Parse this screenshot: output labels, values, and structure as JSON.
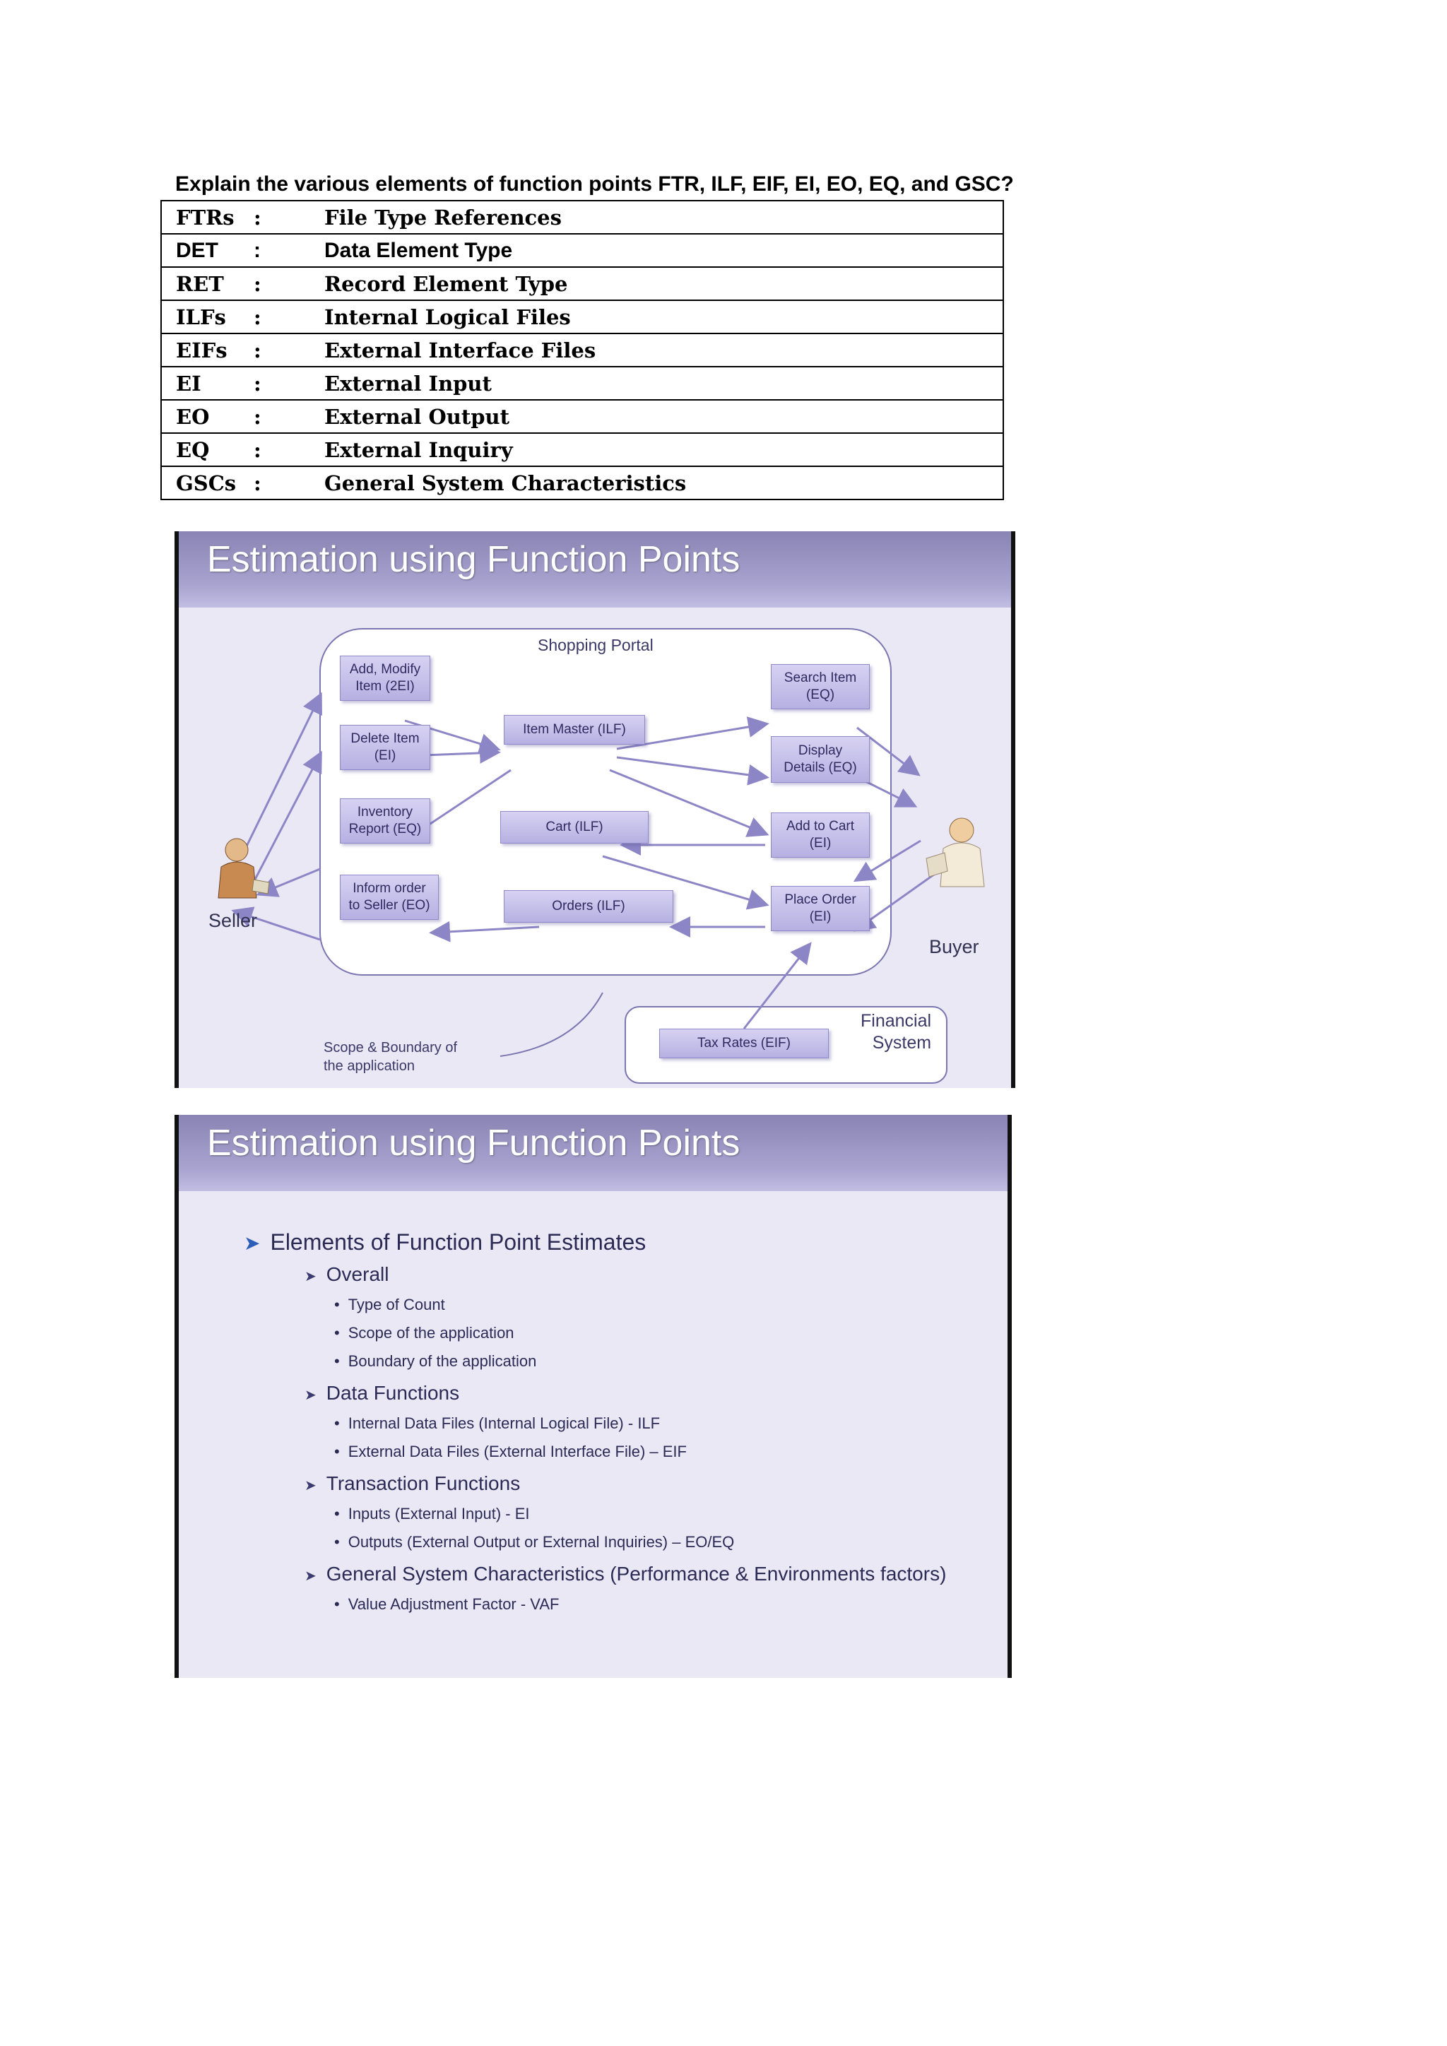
{
  "question": "Explain the various elements of function points FTR, ILF, EIF, EI, EO, EQ, and GSC?",
  "terms": [
    {
      "abbr": "FTRs",
      "colon": ":",
      "meaning": "File Type References"
    },
    {
      "abbr": "DET",
      "colon": ":",
      "meaning": "Data Element Type"
    },
    {
      "abbr": "RET",
      "colon": ":",
      "meaning": "Record Element Type"
    },
    {
      "abbr": "ILFs",
      "colon": ":",
      "meaning": "Internal Logical Files"
    },
    {
      "abbr": "EIFs",
      "colon": ":",
      "meaning": "External Interface Files"
    },
    {
      "abbr": "EI",
      "colon": ":",
      "meaning": "External Input"
    },
    {
      "abbr": "EO",
      "colon": ":",
      "meaning": "External Output"
    },
    {
      "abbr": "EQ",
      "colon": ":",
      "meaning": "External Inquiry"
    },
    {
      "abbr": "GSCs",
      "colon": ":",
      "meaning": "General System Characteristics"
    }
  ],
  "slide1": {
    "title": "Estimation using Function Points",
    "portal_label": "Shopping Portal",
    "seller_label": "Seller",
    "buyer_label": "Buyer",
    "scope_label": "Scope & Boundary of\nthe application",
    "financial_label": "Financial\nSystem",
    "boxes": {
      "add_modify": "Add, Modify\nItem (2EI)",
      "delete_item": "Delete Item\n(EI)",
      "inventory": "Inventory\nReport (EQ)",
      "inform_order": "Inform order\nto Seller (EO)",
      "item_master": "Item Master (ILF)",
      "cart": "Cart (ILF)",
      "orders": "Orders (ILF)",
      "search_item": "Search Item\n(EQ)",
      "display_details": "Display\nDetails (EQ)",
      "add_to_cart": "Add to Cart\n(EI)",
      "place_order": "Place Order\n(EI)",
      "tax_rates": "Tax Rates (EIF)"
    },
    "colors": {
      "box": "#c4bfe8",
      "arrow": "#8c86c6",
      "boundary": "#ffffff"
    }
  },
  "slide2": {
    "title": "Estimation using Function Points",
    "heading": "Elements of Function Point Estimates",
    "overall": "Overall",
    "overall_items": [
      "Type of Count",
      "Scope of the application",
      "Boundary of the application"
    ],
    "data_functions": "Data Functions",
    "data_items": [
      "Internal Data Files (Internal Logical File) - ILF",
      "External Data Files (External Interface File) – EIF"
    ],
    "transaction_functions": "Transaction Functions",
    "transaction_items": [
      "Inputs (External Input) - EI",
      "Outputs (External Output or External Inquiries) – EO/EQ"
    ],
    "gsc": "General System Characteristics (Performance & Environments factors)",
    "gsc_items": [
      "Value Adjustment Factor - VAF"
    ]
  }
}
